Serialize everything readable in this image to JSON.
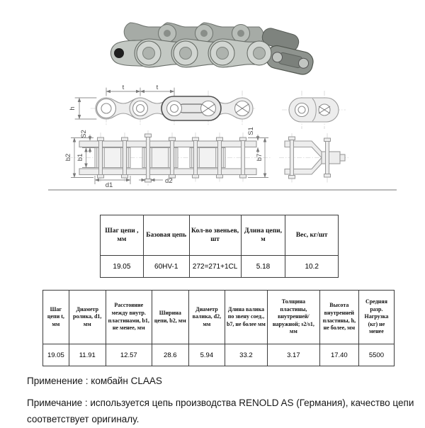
{
  "drawing": {
    "labels": {
      "t": "t",
      "h": "h",
      "s2": "S2",
      "s1": "S1",
      "b1": "b1",
      "b2": "b2",
      "b7": "b7",
      "d1": "d1",
      "d2": "d2"
    }
  },
  "table1": {
    "headers": [
      "Шаг цепи , мм",
      "Базовая цепь",
      "Кол-во звеньев, шт",
      "Длина цепи, м",
      "Вес, кг/шт"
    ],
    "values": [
      "19.05",
      "60HV-1",
      "272=271+1CL",
      "5.18",
      "10.2"
    ]
  },
  "table2": {
    "headers": [
      "Шаг цепи t, мм",
      "Диаметр ролика, d1, мм",
      "Расстояние между внутр. пластинами, b1, не менее, мм",
      "Ширина цепи, b2, мм",
      "Диаметр валика, d2, мм",
      "Длина валика по звену соед., b7, не более мм",
      "Толщина пластины, внутренней/наружной; s2/s1, мм",
      "Высота внутренней пластины, h, не более, мм",
      "Средняя разр. Нагрузка (кг) не менее"
    ],
    "values": [
      "19.05",
      "11.91",
      "12.57",
      "28.6",
      "5.94",
      "33.2",
      "3.17",
      "17.40",
      "5500"
    ]
  },
  "notes": {
    "application": "Применение : комбайн CLAAS",
    "remark": "Примечание : используется цепь производства RENOLD AS (Германия), качество цепи соответствует оригиналу."
  },
  "colors": {
    "background": "#ffffff",
    "table_border": "#3c3c3c",
    "drawing_line": "#9b9b9b",
    "drawing_fill": "#ededed",
    "text": "#161616"
  }
}
